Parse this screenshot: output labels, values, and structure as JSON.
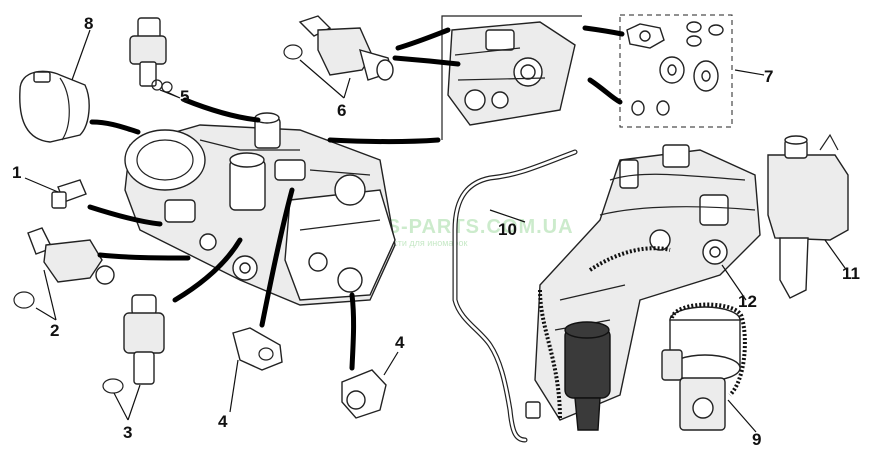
{
  "watermark": {
    "site": "TYANS-PARTS.COM.UA",
    "tagline": "Автозапчасти для иномарок"
  },
  "callouts": [
    {
      "id": "1",
      "label": "1"
    },
    {
      "id": "2",
      "label": "2"
    },
    {
      "id": "3",
      "label": "3"
    },
    {
      "id": "4a",
      "label": "4"
    },
    {
      "id": "4b",
      "label": "4"
    },
    {
      "id": "5",
      "label": "5"
    },
    {
      "id": "6",
      "label": "6"
    },
    {
      "id": "7",
      "label": "7"
    },
    {
      "id": "8",
      "label": "8"
    },
    {
      "id": "9",
      "label": "9"
    },
    {
      "id": "10",
      "label": "10"
    },
    {
      "id": "11",
      "label": "11"
    },
    {
      "id": "12",
      "label": "12"
    }
  ]
}
